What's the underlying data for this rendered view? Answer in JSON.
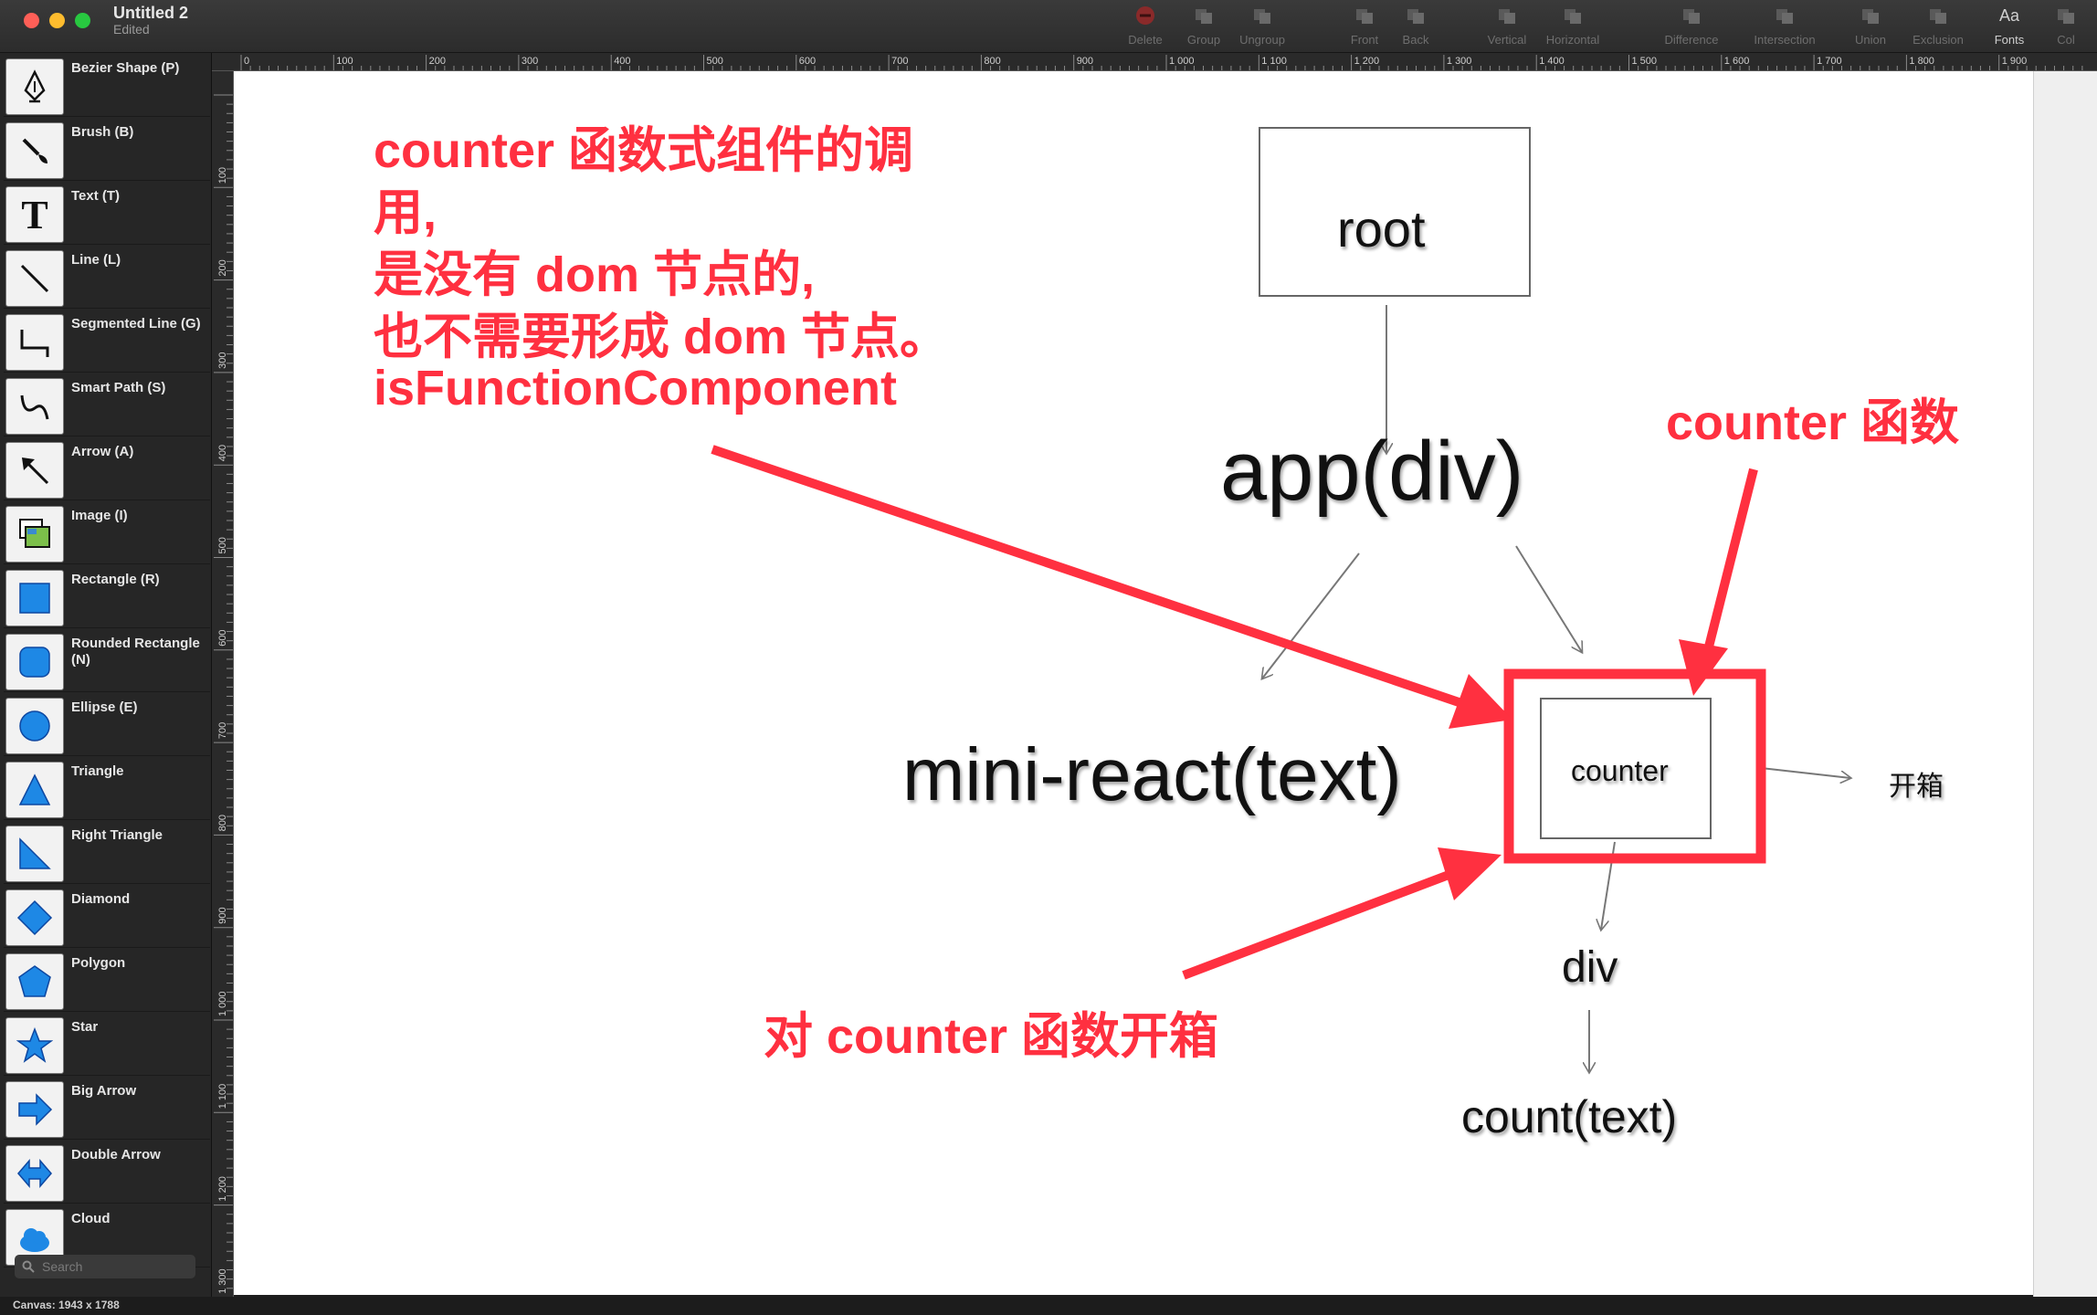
{
  "window": {
    "title": "Untitled 2",
    "subtitle": "Edited"
  },
  "toolbar": {
    "buttons": [
      {
        "label": "Delete",
        "icon": "delete-icon"
      },
      {
        "label": "Group",
        "icon": "group-icon"
      },
      {
        "label": "Ungroup",
        "icon": "ungroup-icon"
      },
      {
        "label": "Front",
        "icon": "front-icon"
      },
      {
        "label": "Back",
        "icon": "back-icon"
      },
      {
        "label": "Vertical",
        "icon": "align-vertical-icon"
      },
      {
        "label": "Horizontal",
        "icon": "align-horizontal-icon"
      },
      {
        "label": "Difference",
        "icon": "difference-icon"
      },
      {
        "label": "Intersection",
        "icon": "intersection-icon"
      },
      {
        "label": "Union",
        "icon": "union-icon"
      },
      {
        "label": "Exclusion",
        "icon": "exclusion-icon"
      },
      {
        "label": "Fonts",
        "icon": "fonts-icon",
        "glyph": "Aa"
      },
      {
        "label": "Col",
        "icon": "colors-icon"
      }
    ]
  },
  "sidebar": {
    "items": [
      {
        "label": "Bezier Shape (P)",
        "icon": "pen-icon"
      },
      {
        "label": "Brush (B)",
        "icon": "brush-icon"
      },
      {
        "label": "Text (T)",
        "icon": "text-icon",
        "glyph": "T"
      },
      {
        "label": "Line (L)",
        "icon": "line-icon"
      },
      {
        "label": "Segmented Line (G)",
        "icon": "segmented-line-icon"
      },
      {
        "label": "Smart Path (S)",
        "icon": "smart-path-icon"
      },
      {
        "label": "Arrow (A)",
        "icon": "arrow-icon"
      },
      {
        "label": "Image (I)",
        "icon": "image-icon"
      },
      {
        "label": "Rectangle (R)",
        "icon": "rectangle-icon"
      },
      {
        "label": "Rounded Rectangle (N)",
        "icon": "rounded-rectangle-icon"
      },
      {
        "label": "Ellipse (E)",
        "icon": "ellipse-icon"
      },
      {
        "label": "Triangle",
        "icon": "triangle-icon"
      },
      {
        "label": "Right Triangle",
        "icon": "right-triangle-icon"
      },
      {
        "label": "Diamond",
        "icon": "diamond-icon"
      },
      {
        "label": "Polygon",
        "icon": "polygon-icon"
      },
      {
        "label": "Star",
        "icon": "star-icon"
      },
      {
        "label": "Big Arrow",
        "icon": "big-arrow-icon"
      },
      {
        "label": "Double Arrow",
        "icon": "double-arrow-icon"
      },
      {
        "label": "Cloud",
        "icon": "cloud-icon"
      }
    ],
    "search_placeholder": "Search"
  },
  "status": {
    "canvas_size": "Canvas: 1943 x 1788"
  },
  "rulers": {
    "horizontal": [
      "0",
      "100",
      "200",
      "300",
      "400",
      "500",
      "600",
      "700",
      "800",
      "900",
      "1 000",
      "1 100",
      "1 200",
      "1 300",
      "1 400",
      "1 500",
      "1 600",
      "1 700",
      "1 800",
      "1 900"
    ],
    "vertical": [
      "100",
      "200",
      "300",
      "400",
      "500",
      "600",
      "700",
      "800",
      "900",
      "1 000",
      "1 100",
      "1 200",
      "1 300"
    ]
  },
  "diagram": {
    "nodes": {
      "root": "root",
      "app": "app(div)",
      "mini_react": "mini-react(text)",
      "counter": "counter",
      "unbox": "开箱",
      "div": "div",
      "count": "count(text)"
    },
    "annotations": {
      "note_lines": [
        "counter 函数式组件的调",
        "用,",
        "是没有 dom 节点的,",
        "也不需要形成 dom 节点。",
        "isFunctionComponent"
      ],
      "counter_function": "counter 函数",
      "unbox_counter": "对 counter 函数开箱"
    },
    "colors": {
      "annotation": "#ff3040",
      "node_text": "#111111"
    }
  }
}
